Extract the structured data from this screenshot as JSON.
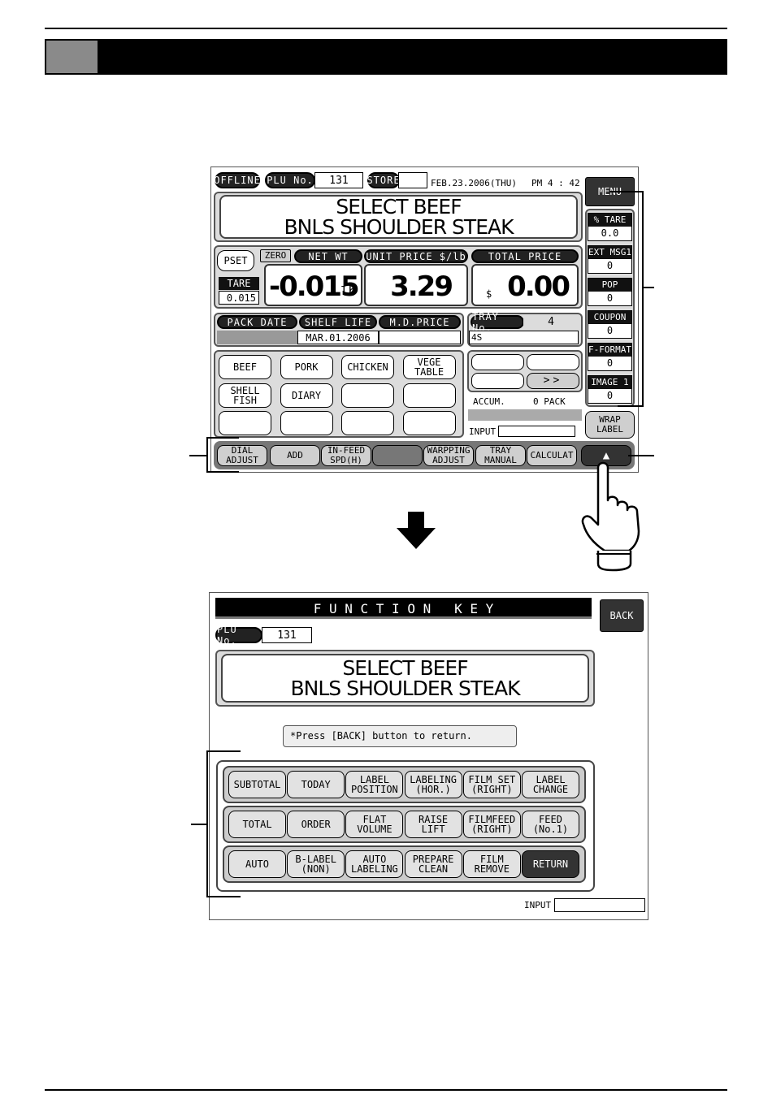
{
  "screen1": {
    "status": {
      "offline": "OFFLINE",
      "plu_label": "PLU No.",
      "plu_value": "131",
      "store_label": "STORE",
      "store_value": "",
      "date": "FEB.23.2006(THU)",
      "time": "PM 4 : 42"
    },
    "menu_label": "MENU",
    "message_line1": "SELECT BEEF",
    "message_line2": "BNLS SHOULDER STEAK",
    "pset": "PSET",
    "zero": "ZERO",
    "net_wt_label": "NET WT",
    "unit_price_label": "UNIT PRICE $/lb",
    "total_price_label": "TOTAL PRICE",
    "tare_label": "TARE",
    "tare_value": "0.015",
    "net_wt_value": "-0.015",
    "net_wt_unit": "lb",
    "unit_price_value": "3.29",
    "currency": "$",
    "total_price_value": "0.00",
    "pack_date_label": "PACK DATE",
    "shelf_life_label": "SHELF LIFE",
    "md_price_label": "M.D.PRICE",
    "pack_date_value": "",
    "shelf_life_value": "MAR.01.2006",
    "md_price_value": "",
    "tray_label": "TRAY No.",
    "tray_value": "4",
    "tray_name": "4S",
    "category_buttons": [
      [
        "BEEF"
      ],
      [
        "PORK"
      ],
      [
        "CHICKEN"
      ],
      [
        "VEGE",
        "TABLE"
      ],
      [
        "SHELL",
        "FISH"
      ],
      [
        "DIARY"
      ],
      [
        ""
      ],
      [
        ""
      ],
      [
        ""
      ],
      [
        ""
      ],
      [
        ""
      ],
      [
        ""
      ]
    ],
    "nav_next": ">>",
    "accum_label": "ACCUM.",
    "accum_value": "0 PACK",
    "input_label": "INPUT",
    "side_boxes": [
      {
        "label": "% TARE",
        "value": "0.0"
      },
      {
        "label": "EXT MSG1",
        "value": "0"
      },
      {
        "label": "POP",
        "value": "0"
      },
      {
        "label": "COUPON",
        "value": "0"
      },
      {
        "label": "F-FORMAT",
        "value": "0"
      },
      {
        "label": "IMAGE 1",
        "value": "0"
      }
    ],
    "wrap_label": [
      "WRAP",
      "LABEL"
    ],
    "function_row": [
      [
        "DIAL",
        "ADJUST"
      ],
      [
        "ADD"
      ],
      [
        "IN-FEED",
        "SPD(H)"
      ],
      [
        ""
      ],
      [
        "WARPPING",
        "ADJUST"
      ],
      [
        "TRAY",
        "MANUAL"
      ],
      [
        "CALCULAT"
      ]
    ],
    "arrow_up": "▲"
  },
  "screen2": {
    "title": "F U N C T I O N   K E Y",
    "back": "BACK",
    "plu_label": "PLU No.",
    "plu_value": "131",
    "message_line1": "SELECT BEEF",
    "message_line2": "BNLS SHOULDER STEAK",
    "hint": "*Press [BACK] button to return.",
    "rows": [
      [
        [
          "SUBTOTAL"
        ],
        [
          "TODAY"
        ],
        [
          "LABEL",
          "POSITION"
        ],
        [
          "LABELING",
          "(HOR.)"
        ],
        [
          "FILM SET",
          "(RIGHT)"
        ],
        [
          "LABEL",
          "CHANGE"
        ]
      ],
      [
        [
          "TOTAL"
        ],
        [
          "ORDER"
        ],
        [
          "FLAT",
          "VOLUME"
        ],
        [
          "RAISE",
          "LIFT"
        ],
        [
          "FILMFEED",
          "(RIGHT)"
        ],
        [
          "FEED",
          "(No.1)"
        ]
      ],
      [
        [
          "AUTO"
        ],
        [
          "B-LABEL",
          "(NON)"
        ],
        [
          "AUTO",
          "LABELING"
        ],
        [
          "PREPARE",
          "CLEAN"
        ],
        [
          "FILM",
          "REMOVE"
        ],
        [
          "RETURN"
        ]
      ]
    ],
    "input_label": "INPUT"
  },
  "icons": {
    "hand": "pointing-hand-icon",
    "down_arrow": "down-arrow-icon"
  }
}
